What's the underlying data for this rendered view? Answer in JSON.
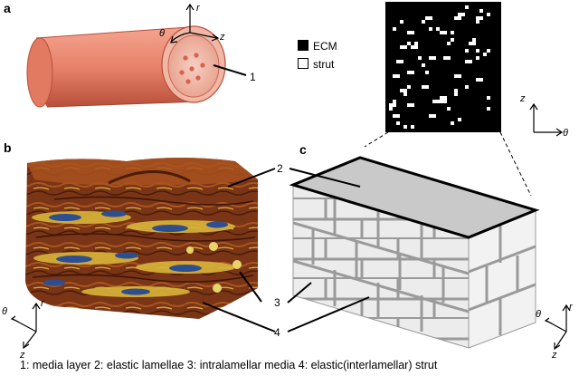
{
  "panels": {
    "a": "a",
    "b": "b",
    "c": "c"
  },
  "axes": {
    "r": "r",
    "theta": "θ",
    "z": "z"
  },
  "legend": {
    "ecm": "ECM",
    "strut": "strut"
  },
  "callouts": {
    "n1": "1",
    "n2": "2",
    "n3": "3",
    "n4": "4"
  },
  "caption": "1: media layer 2: elastic lamellae 3: intralamellar media 4: elastic(interlamellar) strut",
  "colors": {
    "vessel": "#e8826a",
    "vessel_dark": "#c85a45",
    "lumen": "#f3c2b3",
    "tissue_dark": "#5a2410",
    "tissue_brown": "#8b3e1c",
    "tissue_yellow": "#d9b53a",
    "nuclei": "#2d4f91",
    "brick": "#e8e8e8",
    "mortar": "#999999",
    "top_face": "#c8c8c8"
  }
}
